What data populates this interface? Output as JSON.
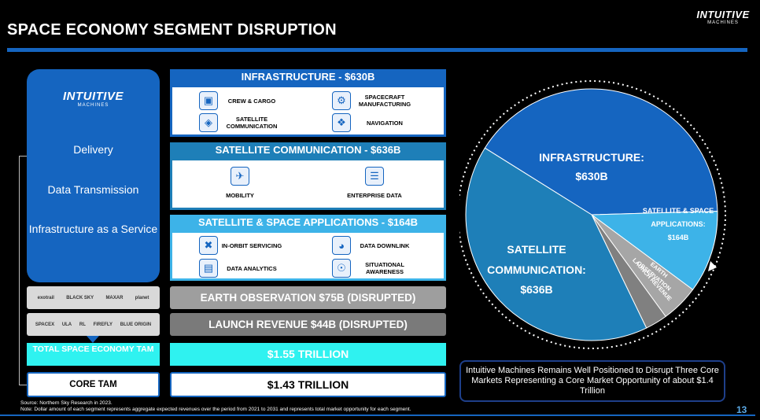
{
  "title": "SPACE ECONOMY SEGMENT DISRUPTION",
  "logo": {
    "main": "INTUITIVE",
    "sub": "MACHINES"
  },
  "left_panel": {
    "items": [
      "Delivery",
      "Data Transmission",
      "Infrastructure as a Service"
    ]
  },
  "logo_strips": {
    "earth_obs": [
      "exotrail",
      "BLACK SKY",
      "MAXAR",
      "planet"
    ],
    "launch": [
      "SPACEX",
      "ULA",
      "RL",
      "FIREFLY",
      "BLUE ORIGIN"
    ]
  },
  "segments": {
    "infrastructure": {
      "heading": "INFRASTRUCTURE - $630B",
      "items": [
        {
          "label": "CREW & CARGO",
          "icon": "crew-cargo-icon"
        },
        {
          "label": "SPACECRAFT MANUFACTURING",
          "icon": "manufacturing-icon"
        },
        {
          "label": "SATELLITE COMMUNICATION",
          "icon": "satellite-icon"
        },
        {
          "label": "NAVIGATION",
          "icon": "navigation-icon"
        }
      ]
    },
    "satcom": {
      "heading": "SATELLITE COMMUNICATION - $636B",
      "items": [
        {
          "label": "MOBILITY",
          "icon": "mobility-icon"
        },
        {
          "label": "ENTERPRISE DATA",
          "icon": "enterprise-data-icon"
        }
      ]
    },
    "apps": {
      "heading": "SATELLITE & SPACE APPLICATIONS - $164B",
      "items": [
        {
          "label": "IN-ORBIT SERVICING",
          "icon": "tools-icon"
        },
        {
          "label": "DATA DOWNLINK",
          "icon": "dish-icon"
        },
        {
          "label": "DATA ANALYTICS",
          "icon": "analytics-icon"
        },
        {
          "label": "SITUATIONAL AWARENESS",
          "icon": "awareness-icon"
        }
      ]
    },
    "earth_obs": "EARTH OBSERVATION $75B (DISRUPTED)",
    "launch": "LAUNCH REVENUE $44B (DISRUPTED)"
  },
  "totals": {
    "total_label": "TOTAL SPACE ECONOMY TAM",
    "total_value": "$1.55 TRILLION",
    "core_label": "CORE TAM",
    "core_value": "$1.43 TRILLION"
  },
  "note": "Intuitive Machines Remains Well Positioned to Disrupt Three Core Markets Representing a Core Market Opportunity of about $1.4 Trillion",
  "source": [
    "Source: Northern Sky Research in 2023.",
    "Note: Dollar amount of each segment represents aggregate expected revenues over the period from 2021 to 2031 and represents total market opportunity for each segment."
  ],
  "page_number": "13",
  "colors": {
    "primary_blue": "#1565c0",
    "sat_blue": "#1e7fb8",
    "apps_blue": "#3db3e8",
    "cyan": "#2ff2f0",
    "gray": "#9e9e9e",
    "dark_gray": "#7a7a7a"
  },
  "chart_data": {
    "type": "pie",
    "slices": [
      {
        "label": "INFRASTRUCTURE:",
        "value_label": "$630B",
        "value": 630,
        "color": "#1565c0"
      },
      {
        "label": "SATELLITE & SPACE APPLICATIONS:",
        "value_label": "$164B",
        "value": 164,
        "color": "#3db3e8"
      },
      {
        "label": "EARTH OBSERVATION",
        "value_label": "",
        "value": 75,
        "color": "#a6a6a6"
      },
      {
        "label": "LAUNCH REVENUE",
        "value_label": "",
        "value": 44,
        "color": "#808080"
      },
      {
        "label": "SATELLITE COMMUNICATION:",
        "value_label": "$636B",
        "value": 636,
        "color": "#1e7fb8"
      }
    ]
  }
}
